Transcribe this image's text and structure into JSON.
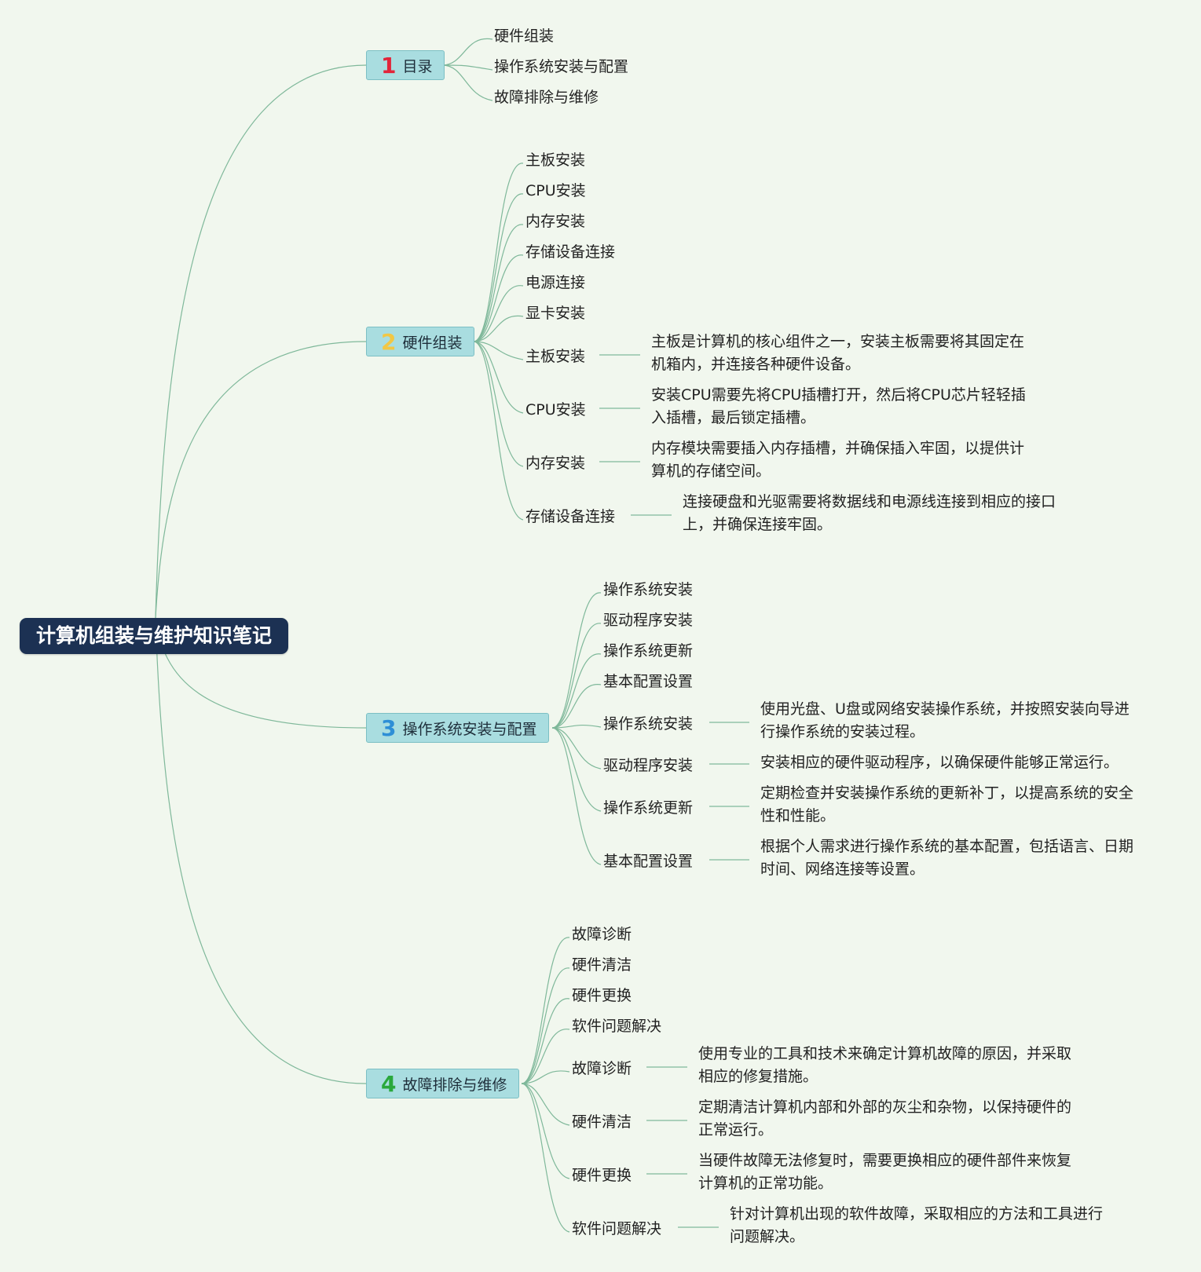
{
  "root": {
    "title": "计算机组装与维护知识笔记"
  },
  "colors": {
    "background": "#f1f7ee",
    "root_bg": "#1c3153",
    "branch_bg": "#a9dde0",
    "line": "#7fb89a",
    "num1": "#e2243a",
    "num2": "#f2c744",
    "num3": "#2e8fd6",
    "num4": "#2aa83c"
  },
  "branches": [
    {
      "num": "1",
      "label": "目录",
      "leaves": [
        "硬件组装",
        "操作系统安装与配置",
        "故障排除与维修"
      ],
      "details": []
    },
    {
      "num": "2",
      "label": "硬件组装",
      "leaves": [
        "主板安装",
        "CPU安装",
        "内存安装",
        "存储设备连接",
        "电源连接",
        "显卡安装"
      ],
      "details": [
        {
          "term": "主板安装",
          "lines": [
            "主板是计算机的核心组件之一，安装主板需要将其固定在",
            "机箱内，并连接各种硬件设备。"
          ]
        },
        {
          "term": "CPU安装",
          "lines": [
            "安装CPU需要先将CPU插槽打开，然后将CPU芯片轻轻插",
            "入插槽，最后锁定插槽。"
          ]
        },
        {
          "term": "内存安装",
          "lines": [
            "内存模块需要插入内存插槽，并确保插入牢固，以提供计",
            "算机的存储空间。"
          ]
        },
        {
          "term": "存储设备连接",
          "lines": [
            "连接硬盘和光驱需要将数据线和电源线连接到相应的接口",
            "上，并确保连接牢固。"
          ]
        }
      ]
    },
    {
      "num": "3",
      "label": "操作系统安装与配置",
      "leaves": [
        "操作系统安装",
        "驱动程序安装",
        "操作系统更新",
        "基本配置设置"
      ],
      "details": [
        {
          "term": "操作系统安装",
          "lines": [
            "使用光盘、U盘或网络安装操作系统，并按照安装向导进",
            "行操作系统的安装过程。"
          ]
        },
        {
          "term": "驱动程序安装",
          "lines": [
            "安装相应的硬件驱动程序，以确保硬件能够正常运行。"
          ]
        },
        {
          "term": "操作系统更新",
          "lines": [
            "定期检查并安装操作系统的更新补丁，以提高系统的安全",
            "性和性能。"
          ]
        },
        {
          "term": "基本配置设置",
          "lines": [
            "根据个人需求进行操作系统的基本配置，包括语言、日期",
            "时间、网络连接等设置。"
          ]
        }
      ]
    },
    {
      "num": "4",
      "label": "故障排除与维修",
      "leaves": [
        "故障诊断",
        "硬件清洁",
        "硬件更换",
        "软件问题解决"
      ],
      "details": [
        {
          "term": "故障诊断",
          "lines": [
            "使用专业的工具和技术来确定计算机故障的原因，并采取",
            "相应的修复措施。"
          ]
        },
        {
          "term": "硬件清洁",
          "lines": [
            "定期清洁计算机内部和外部的灰尘和杂物，以保持硬件的",
            "正常运行。"
          ]
        },
        {
          "term": "硬件更换",
          "lines": [
            "当硬件故障无法修复时，需要更换相应的硬件部件来恢复",
            "计算机的正常功能。"
          ]
        },
        {
          "term": "软件问题解决",
          "lines": [
            "针对计算机出现的软件故障，采取相应的方法和工具进行",
            "问题解决。"
          ]
        }
      ]
    }
  ]
}
